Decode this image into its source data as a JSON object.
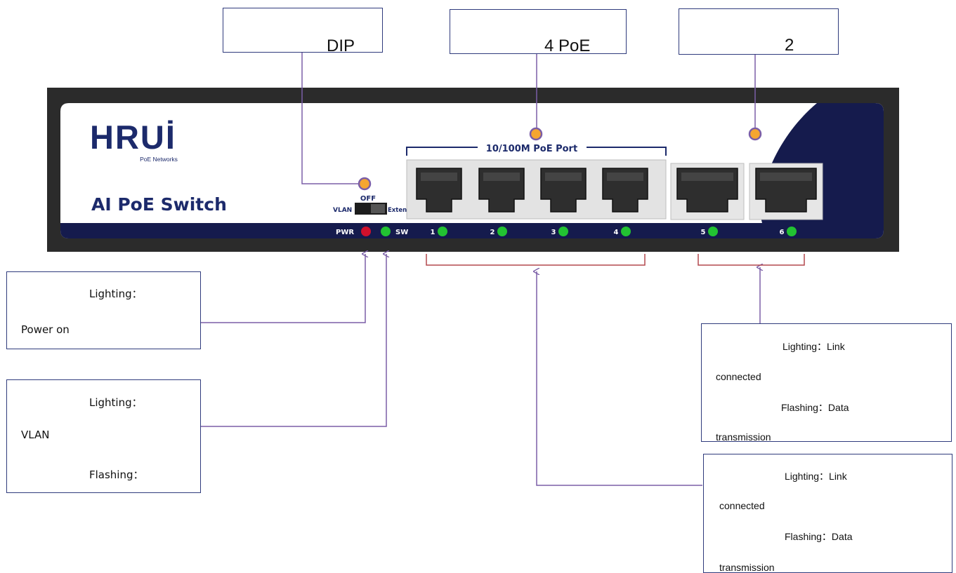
{
  "device": {
    "brand": "HRUİ",
    "brand_tagline": "PoE Networks",
    "model_name": "AI PoE Switch",
    "dip_state": "OFF",
    "dip_left": "VLAN",
    "dip_right": "Extend",
    "poe_group_label": "10/100M PoE Port",
    "led_pwr_label": "PWR",
    "led_sw_label": "SW",
    "port_numbers": [
      "1",
      "2",
      "3",
      "4",
      "5",
      "6"
    ],
    "colors": {
      "chassis": "#2b2b2b",
      "panel": "#ffffff",
      "navy": "#151b4d",
      "led_green": "#22c232",
      "led_red": "#d0102c",
      "hotspot": "#f5a630"
    }
  },
  "callouts": {
    "dip": {
      "title": "DIP"
    },
    "poe": {
      "title": "4 PoE"
    },
    "uplink": {
      "title": "2"
    },
    "pwr": {
      "line1": "Lighting：",
      "line2": "Power on"
    },
    "sw": {
      "line1": "Lighting：",
      "line2": "VLAN",
      "line3": "Flashing："
    },
    "uplink_led": {
      "line1": "Lighting：Link",
      "line2": "connected",
      "line3": "Flashing：Data",
      "line4": "transmission"
    },
    "poe_led": {
      "line1": "Lighting：Link",
      "line2": "connected",
      "line3": "Flashing：Data",
      "line4": "transmission"
    }
  }
}
